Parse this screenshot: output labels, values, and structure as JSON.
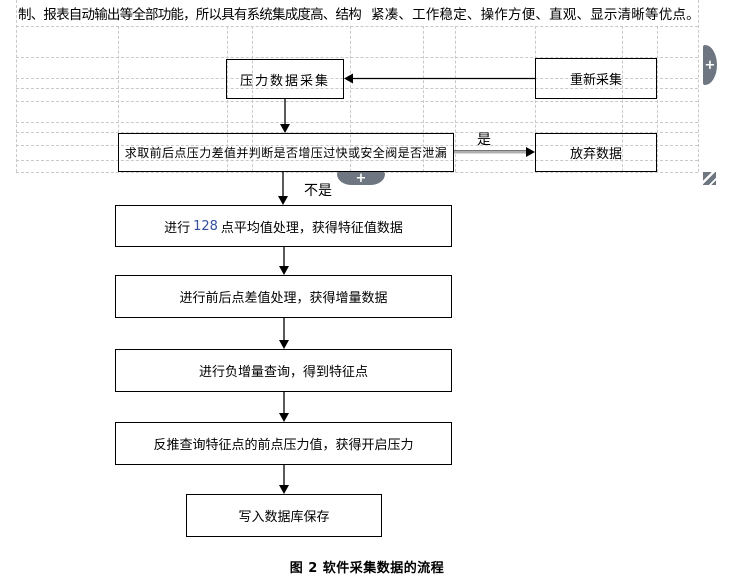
{
  "page": {
    "paragraph_left": "制、报表自动输出等全部功能，所以具有系统集成度高、结构",
    "paragraph_right": "紧凑、工作稳定、操作方便、直观、显示清晰等优点。",
    "caption": "图 2 软件采集数据的流程"
  },
  "flowchart": {
    "nodes": {
      "collect": "压力数据采集",
      "recollect": "重新采集",
      "judge": "求取前后点压力差值并判断是否增压过快或安全阀是否泄漏",
      "discard": "放弃数据",
      "average": {
        "prefix": "进行",
        "number": "128",
        "suffix": "点平均值处理，获得特征值数据",
        "number_color": "#3550a0"
      },
      "delta": "进行前后点差值处理，获得增量数据",
      "negquery": "进行负增量查询，得到特征点",
      "backtrace": "反推查询特征点的前点压力值，获得开启压力",
      "save": "写入数据库保存"
    },
    "edge_labels": {
      "yes": "是",
      "no": "不是"
    }
  },
  "controls": {
    "insert_column_plus": "+",
    "insert_row_plus": "+"
  },
  "colors": {
    "grid_line": "#c9c9c9",
    "box_border": "#000000",
    "handle_gray": "#6e7781",
    "yes_arrow_gray": "#b0b0b0",
    "number_blue": "#3550a0"
  }
}
